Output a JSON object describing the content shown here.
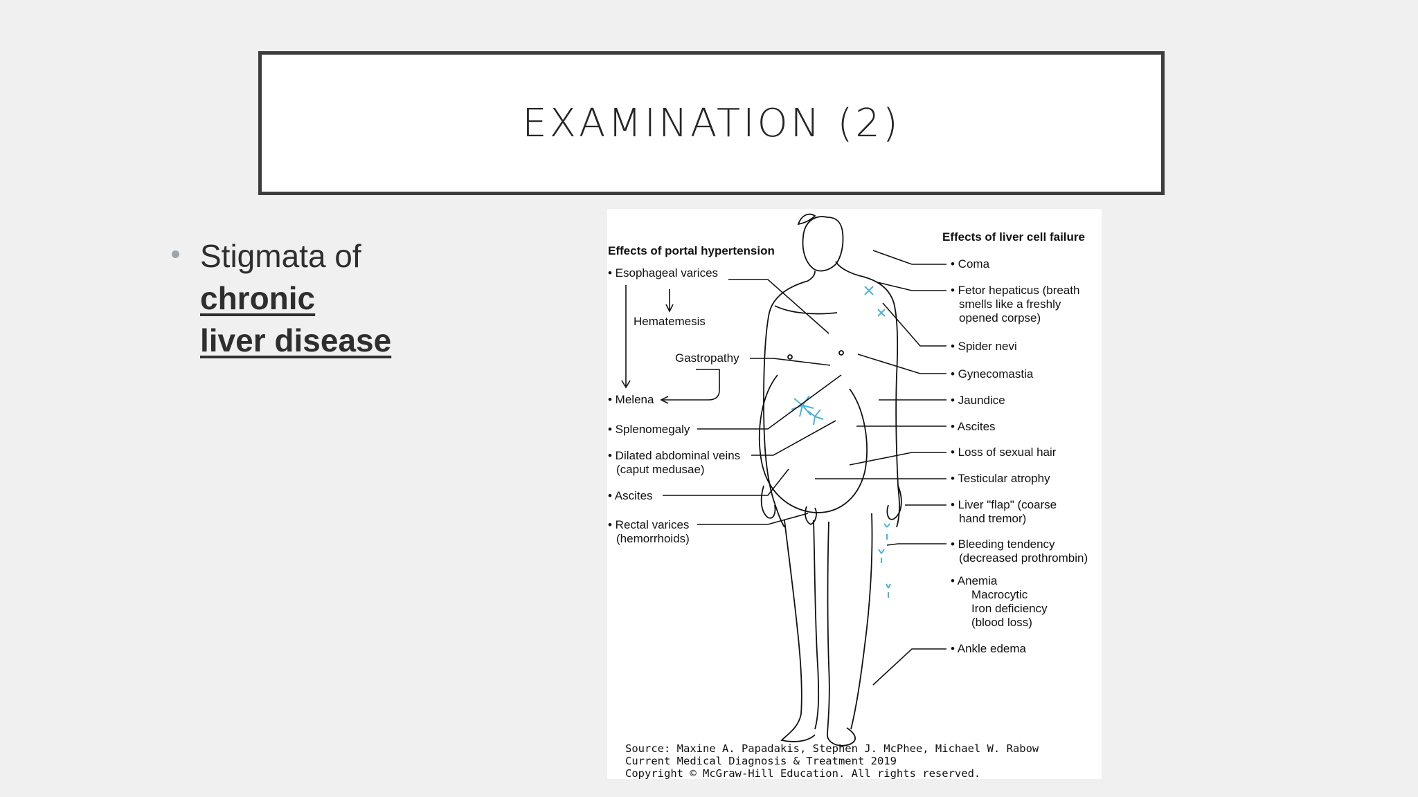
{
  "slide": {
    "title": "EXAMINATION (2)",
    "bullet": {
      "lead": "Stigmata of",
      "emphasis_line1": "chronic",
      "emphasis_line2": "liver disease"
    }
  },
  "figure": {
    "left_header": "Effects of portal hypertension",
    "right_header": "Effects of liver cell failure",
    "left_labels": {
      "esophageal": "• Esophageal varices",
      "hematemesis": "Hematemesis",
      "gastropathy": "Gastropathy",
      "melena": "• Melena",
      "splenomegaly": "• Splenomegaly",
      "dilated_1": "• Dilated abdominal veins",
      "dilated_2": "(caput medusae)",
      "ascites": "• Ascites",
      "rectal_1": "• Rectal varices",
      "rectal_2": "(hemorrhoids)"
    },
    "right_labels": {
      "coma": "• Coma",
      "fetor_1": "• Fetor hepaticus (breath",
      "fetor_2": "smells like a freshly",
      "fetor_3": "opened corpse)",
      "spider": "• Spider nevi",
      "gyneco": "• Gynecomastia",
      "jaundice": "• Jaundice",
      "ascites": "• Ascites",
      "hair": "• Loss of sexual hair",
      "testicular": "• Testicular atrophy",
      "flap_1": "• Liver \"flap\" (coarse",
      "flap_2": "hand tremor)",
      "bleeding_1": "• Bleeding tendency",
      "bleeding_2": "(decreased prothrombin)",
      "anemia_1": "• Anemia",
      "anemia_2": "Macrocytic",
      "anemia_3": "Iron deficiency",
      "anemia_4": "(blood loss)",
      "ankle": "• Ankle edema"
    },
    "source": {
      "line1": "Source: Maxine A. Papadakis, Stephen J. McPhee, Michael W. Rabow",
      "line2": "Current Medical Diagnosis & Treatment 2019",
      "line3": "Copyright © McGraw-Hill Education. All rights reserved."
    }
  },
  "colors": {
    "background": "#f1f0f1",
    "title_border": "#3d3d3d",
    "bullet": "#9aa6ad",
    "vein": "#46b4e0"
  }
}
